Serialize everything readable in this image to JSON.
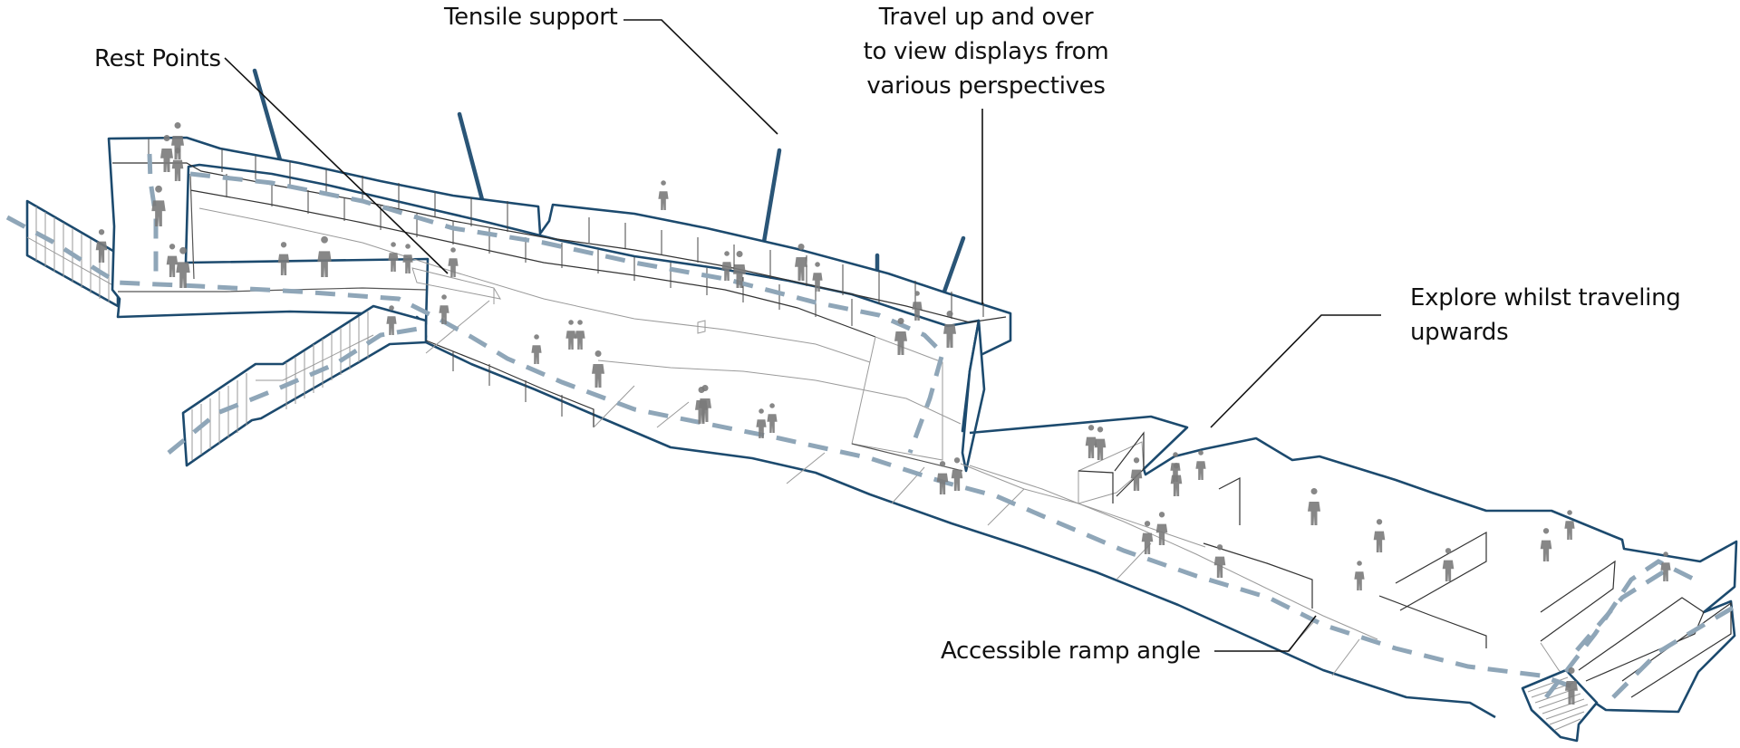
{
  "diagram": {
    "type": "isometric architectural ramp diagram",
    "colors": {
      "outline": "#1c4a6e",
      "mast": "#2a5577",
      "circulation_path": "#8fa6b8",
      "people": "#7a7a7a",
      "leader_lines": "#111111"
    },
    "annotations": {
      "tensile_support": "Tensile support",
      "rest_points": "Rest Points",
      "travel_line1": "Travel up and over",
      "travel_line2": "to view displays from",
      "travel_line3": "various perspectives",
      "explore_line1": "Explore whilst traveling",
      "explore_line2": "upwards",
      "accessible_ramp": "Accessible ramp angle"
    }
  }
}
